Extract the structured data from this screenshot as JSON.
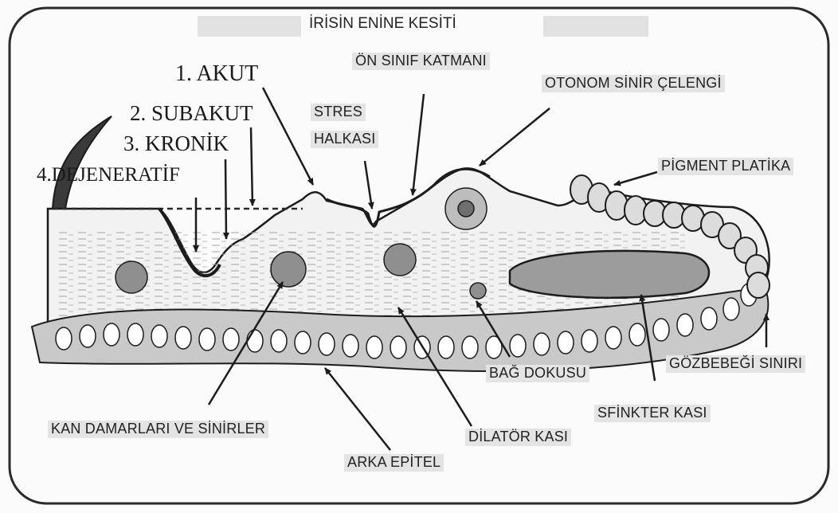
{
  "title": "İRİSİN ENİNE KESİTİ",
  "labels": {
    "acute": "1. AKUT",
    "subacute": "2. SUBAKUT",
    "chronic": "3. KRONİK",
    "degenerative": "4.DEJENERATİF",
    "stress_ring_line1": "STRES",
    "stress_ring_line2": "HALKASI",
    "anterior_border_layer": "ÖN SINIF KATMANI",
    "autonomic_nerve_wreath": "OTONOM SİNİR ÇELENGİ",
    "pigment_ruff": "PİGMENT PLATİKA",
    "vessels_and_nerves": "KAN DAMARLARI VE SİNİRLER",
    "dilator_muscle": "DİLATÖR KASI",
    "posterior_epithelium": "ARKA EPİTEL",
    "connective_tissue": "BAĞ DOKUSU",
    "sphincter_muscle": "SFİNKTER KASI",
    "pupil_margin": "GÖZBEBEĞİ SINIRI"
  },
  "colors": {
    "ink": "#1c1c1c",
    "tissue": "#f1f1f1",
    "label_bg": "#e4e4e4",
    "frame": "#2a2a2a"
  }
}
